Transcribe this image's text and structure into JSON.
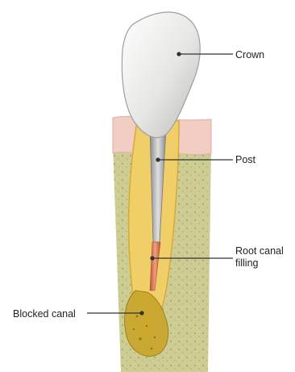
{
  "labels": {
    "crown": "Crown",
    "post": "Post",
    "root_canal_filling": "Root canal filling",
    "blocked_canal": "Blocked canal"
  },
  "colors": {
    "crown": "#e9e9e7",
    "crown_shadow": "#bdbdbb",
    "gum": "#f2cdc4",
    "bone": "#c9c98d",
    "root": "#f1cf68",
    "root_edge": "#d9a936",
    "post": "#a9a9a9",
    "filling": "#d9785a",
    "blockage": "#c9a72f",
    "leader": "#333333"
  }
}
